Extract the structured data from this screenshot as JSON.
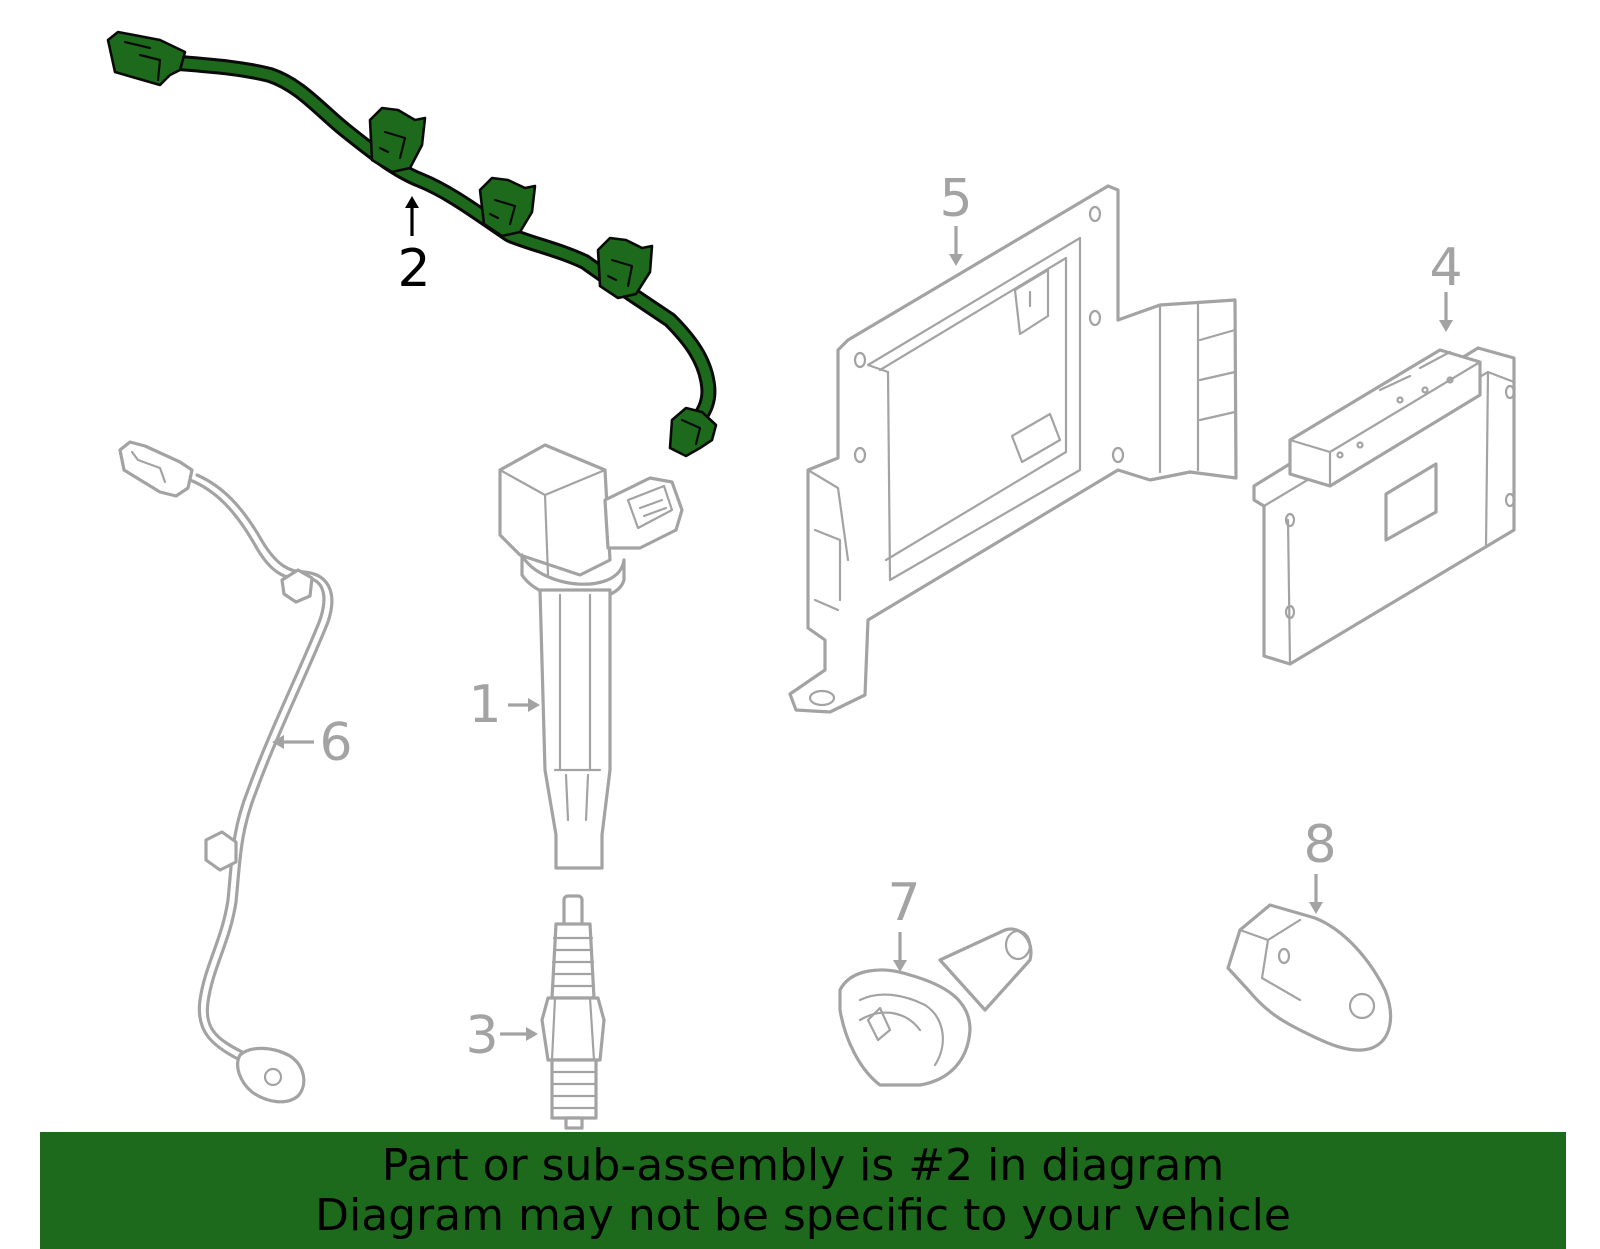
{
  "diagram": {
    "colors": {
      "highlight": "#1d6a1d",
      "outline": "#a3a3a3",
      "highlight_outline": "#0a0a0a",
      "background": "#ffffff"
    },
    "callouts": [
      {
        "id": "1",
        "label": "1"
      },
      {
        "id": "2",
        "label": "2",
        "highlighted": true
      },
      {
        "id": "3",
        "label": "3"
      },
      {
        "id": "4",
        "label": "4"
      },
      {
        "id": "5",
        "label": "5"
      },
      {
        "id": "6",
        "label": "6"
      },
      {
        "id": "7",
        "label": "7"
      },
      {
        "id": "8",
        "label": "8"
      }
    ]
  },
  "banner": {
    "line1": "Part or sub-assembly is #2 in diagram",
    "line2": "Diagram may not be specific to your vehicle",
    "color": "#1d6a1d"
  }
}
